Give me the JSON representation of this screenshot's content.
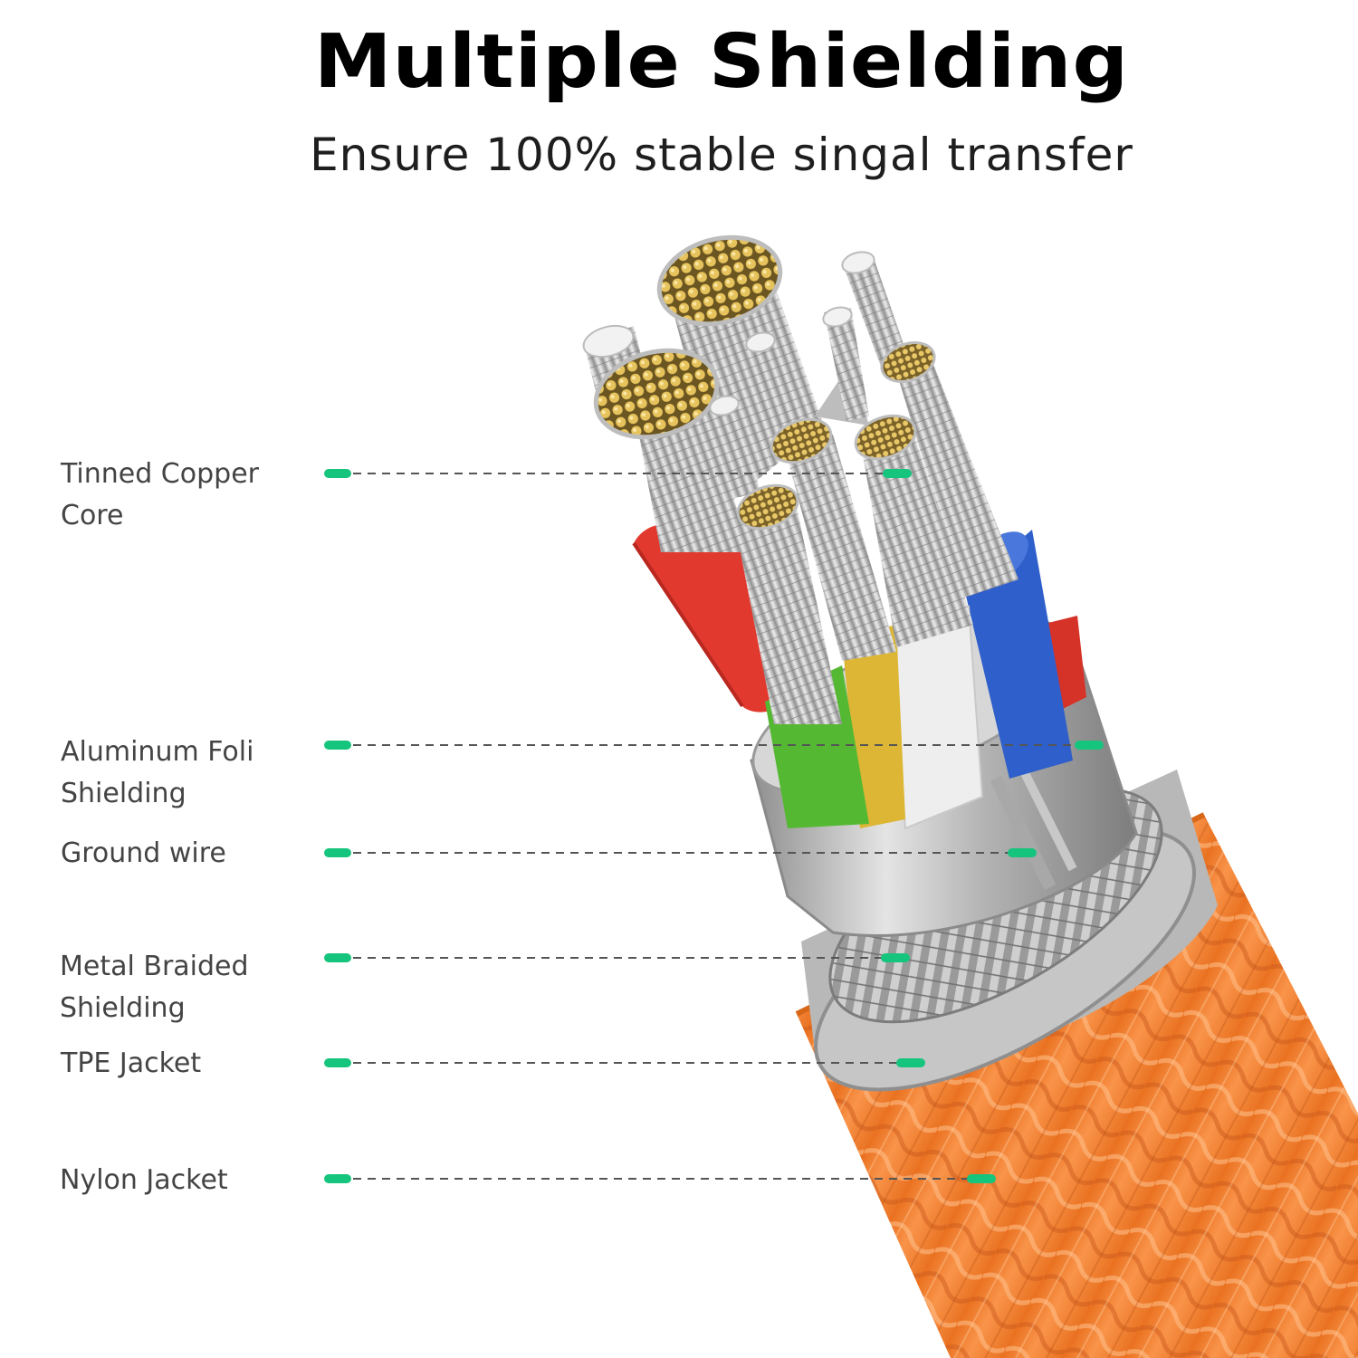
{
  "header": {
    "title": "Multiple Shielding",
    "subtitle": "Ensure 100% stable singal transfer"
  },
  "layers": [
    {
      "line1": "Tinned Copper",
      "line2": "Core"
    },
    {
      "line1": "Aluminum Foli",
      "line2": "Shielding"
    },
    {
      "line1": "Ground wire",
      "line2": ""
    },
    {
      "line1": "Metal Braided",
      "line2": "Shielding"
    },
    {
      "line1": "TPE Jacket",
      "line2": ""
    },
    {
      "line1": "Nylon Jacket",
      "line2": ""
    }
  ],
  "colors": {
    "accent": "#16c57d",
    "jacket": "#f6842c",
    "wire_red": "#e2392f",
    "wire_blue": "#2f5fcb",
    "wire_green": "#55b833",
    "wire_yellow": "#dcb634",
    "wire_white": "#eeeeee",
    "copper": "#e2bd5a"
  }
}
